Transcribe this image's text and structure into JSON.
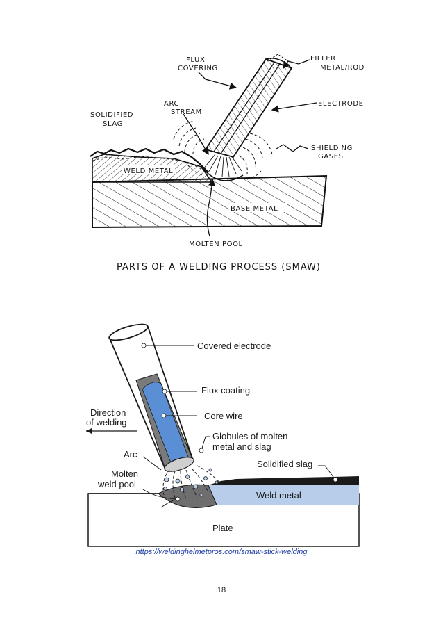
{
  "figure1": {
    "labels": {
      "flux_covering_1": "FLUX",
      "flux_covering_2": "COVERING",
      "filler_1": "FILLER",
      "filler_2": "METAL/ROD",
      "arc_stream_1": "ARC",
      "arc_stream_2": "STREAM",
      "electrode": "ELECTRODE",
      "solidified_slag_1": "SOLIDIFIED",
      "solidified_slag_2": "SLAG",
      "shielding_gases_1": "SHIELDING",
      "shielding_gases_2": "GASES",
      "weld_metal": "WELD METAL",
      "base_metal": "BASE METAL",
      "molten_pool": "MOLTEN POOL"
    },
    "caption": "PARTS OF A WELDING PROCESS (SMAW)"
  },
  "figure2": {
    "labels": {
      "covered_electrode": "Covered electrode",
      "flux_coating": "Flux coating",
      "core_wire": "Core wire",
      "direction_1": "Direction",
      "direction_2": "of welding",
      "globules_1": "Globules of molten",
      "globules_2": "metal and slag",
      "arc": "Arc",
      "solidified_slag": "Solidified slag",
      "molten_1": "Molten",
      "molten_2": "weld pool",
      "weld_metal": "Weld metal",
      "plate": "Plate"
    },
    "colors": {
      "core_wire": "#5a8fd6",
      "weld_metal": "#b8cdea",
      "slag": "#1a1a1a",
      "molten_pool": "#6e6e6e"
    }
  },
  "source_url": "https://weldinghelmetpros.com/smaw-stick-welding",
  "page_number": "18"
}
